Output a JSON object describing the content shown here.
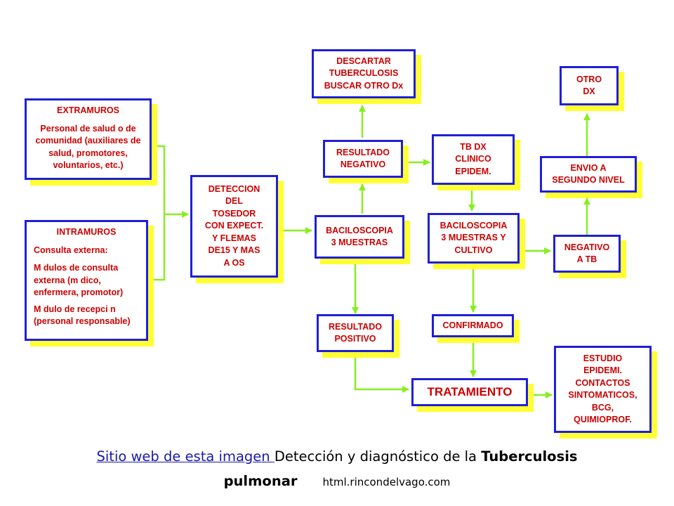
{
  "boxes": {
    "extramuros": {
      "title": "EXTRAMUROS",
      "body": "Personal de salud o de comunidad (auxiliares de salud, promotores, voluntarios, etc.)"
    },
    "intramuros": {
      "title": "INTRAMUROS",
      "line1": "Consulta externa:",
      "line2": "M  dulos de consulta externa (m  dico, enfermera, promotor)",
      "line3": "M  dulo de recepci  n (personal responsable)"
    },
    "deteccion": "DETECCION\nDEL\nTOSEDOR\nCON EXPECT.\nY FLEMAS\nDE15 Y MAS\nA  OS",
    "baciloscopia": "BACILOSCOPIA\n3 MUESTRAS",
    "resultado_negativo": "RESULTADO\nNEGATIVO",
    "descartar": "DESCARTAR\nTUBERCULOSIS\nBUSCAR OTRO Dx",
    "tb_dx": "TB DX\nCLINICO\nEPIDEM.",
    "baciloscopia_cultivo": "BACILOSCOPIA\n3 MUESTRAS Y\nCULTIVO",
    "negativo_tb": "NEGATIVO\nA TB",
    "envio": "ENVIO A\nSEGUNDO NIVEL",
    "otro_dx": "OTRO\nDX",
    "resultado_positivo": "RESULTADO\nPOSITIVO",
    "confirmado": "CONFIRMADO",
    "tratamiento": "TRATAMIENTO",
    "estudio": "ESTUDIO\nEPIDEMI.\nCONTACTOS\nSINTOMATICOS,\nBCG,\nQUIMIOPROF."
  },
  "caption": {
    "link_text": "Sitio web de esta imagen ",
    "text1": "Detección y diagnóstico de la ",
    "bold1": "Tuberculosis",
    "bold2": "pulmonar",
    "site": "html.rincondelvago.com"
  },
  "colors": {
    "box_border": "#1f1fd6",
    "box_shadow": "#ffff33",
    "box_text": "#cc0000",
    "arrow": "#88ee22"
  }
}
